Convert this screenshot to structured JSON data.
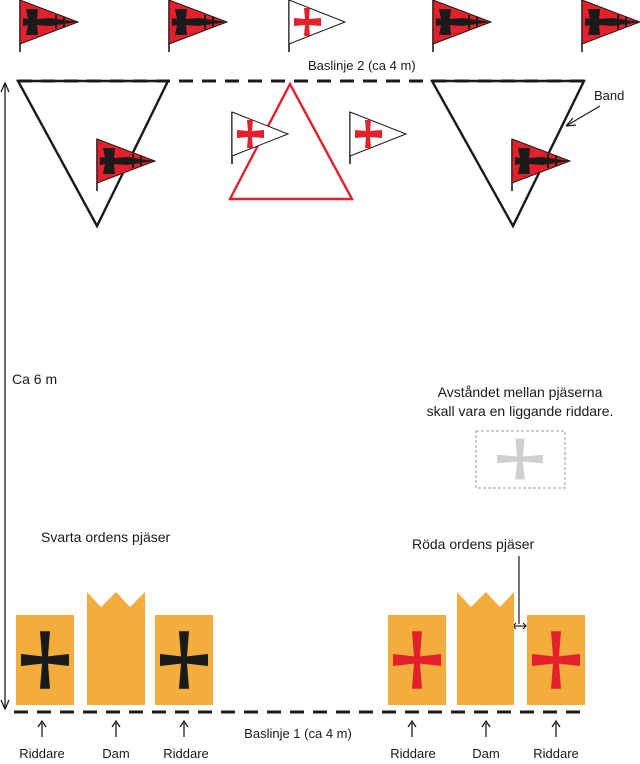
{
  "labels": {
    "baseline2": "Baslinje 2 (ca 4 m)",
    "baseline1": "Baslinje 1 (ca 4 m)",
    "band": "Band",
    "distance": "Ca 6 m",
    "black_pieces": "Svarta ordens pjäser",
    "red_pieces": "Röda ordens pjäser",
    "spacing_note_line1": "Avståndet mellan pjäserna",
    "spacing_note_line2": "skall vara en liggande riddare.",
    "piece_knight": "Riddare",
    "piece_queen": "Dam"
  },
  "colors": {
    "piece_fill": "#f2ad3d",
    "black_cross": "#1a1a1a",
    "red_cross": "#e3202b",
    "red_triangle": "#e3202b",
    "ghost_cross": "#cfcfcf",
    "line": "#1a1a1a"
  },
  "icons": {
    "black_flag": "black-order-flag-icon",
    "red_flag": "red-order-flag-icon",
    "cross": "cross-pattee-icon",
    "arrow_up": "arrow-up-icon"
  }
}
